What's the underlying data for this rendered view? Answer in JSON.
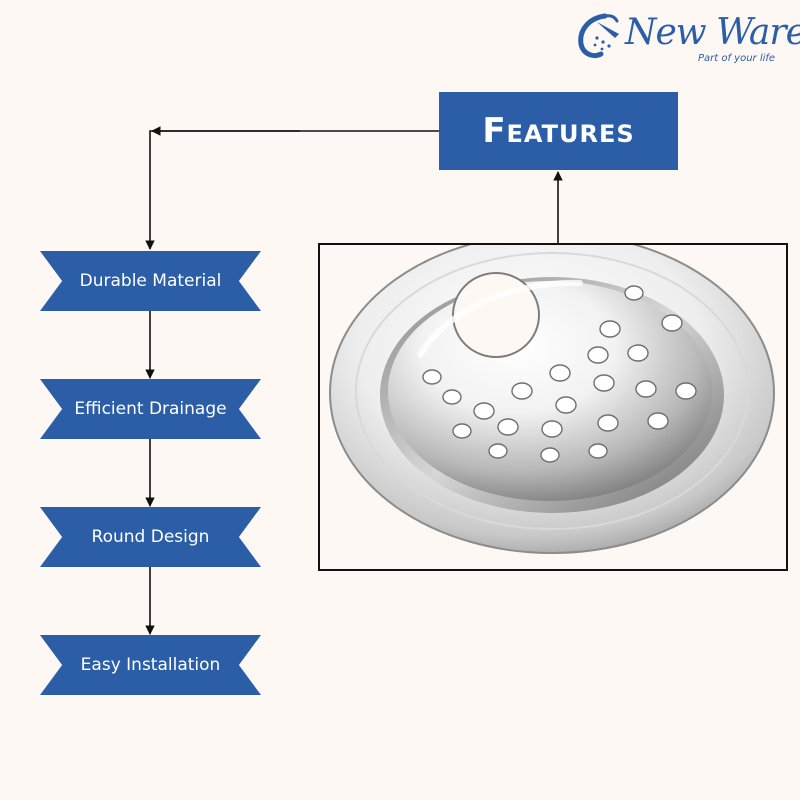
{
  "brand": {
    "name": "New Ware",
    "tagline": "Part of your life",
    "color": "#2c5ea8",
    "icon": "shower-head-icon"
  },
  "header": {
    "title": "Features"
  },
  "features": [
    {
      "label": "Durable Material"
    },
    {
      "label": "Efficient Drainage"
    },
    {
      "label": "Round Design"
    },
    {
      "label": "Easy Installation"
    }
  ],
  "product": {
    "image": "round-floor-drain-grate-image"
  },
  "colors": {
    "background": "#fdf8f3",
    "accent": "#2c5ea8",
    "line": "#111111"
  }
}
